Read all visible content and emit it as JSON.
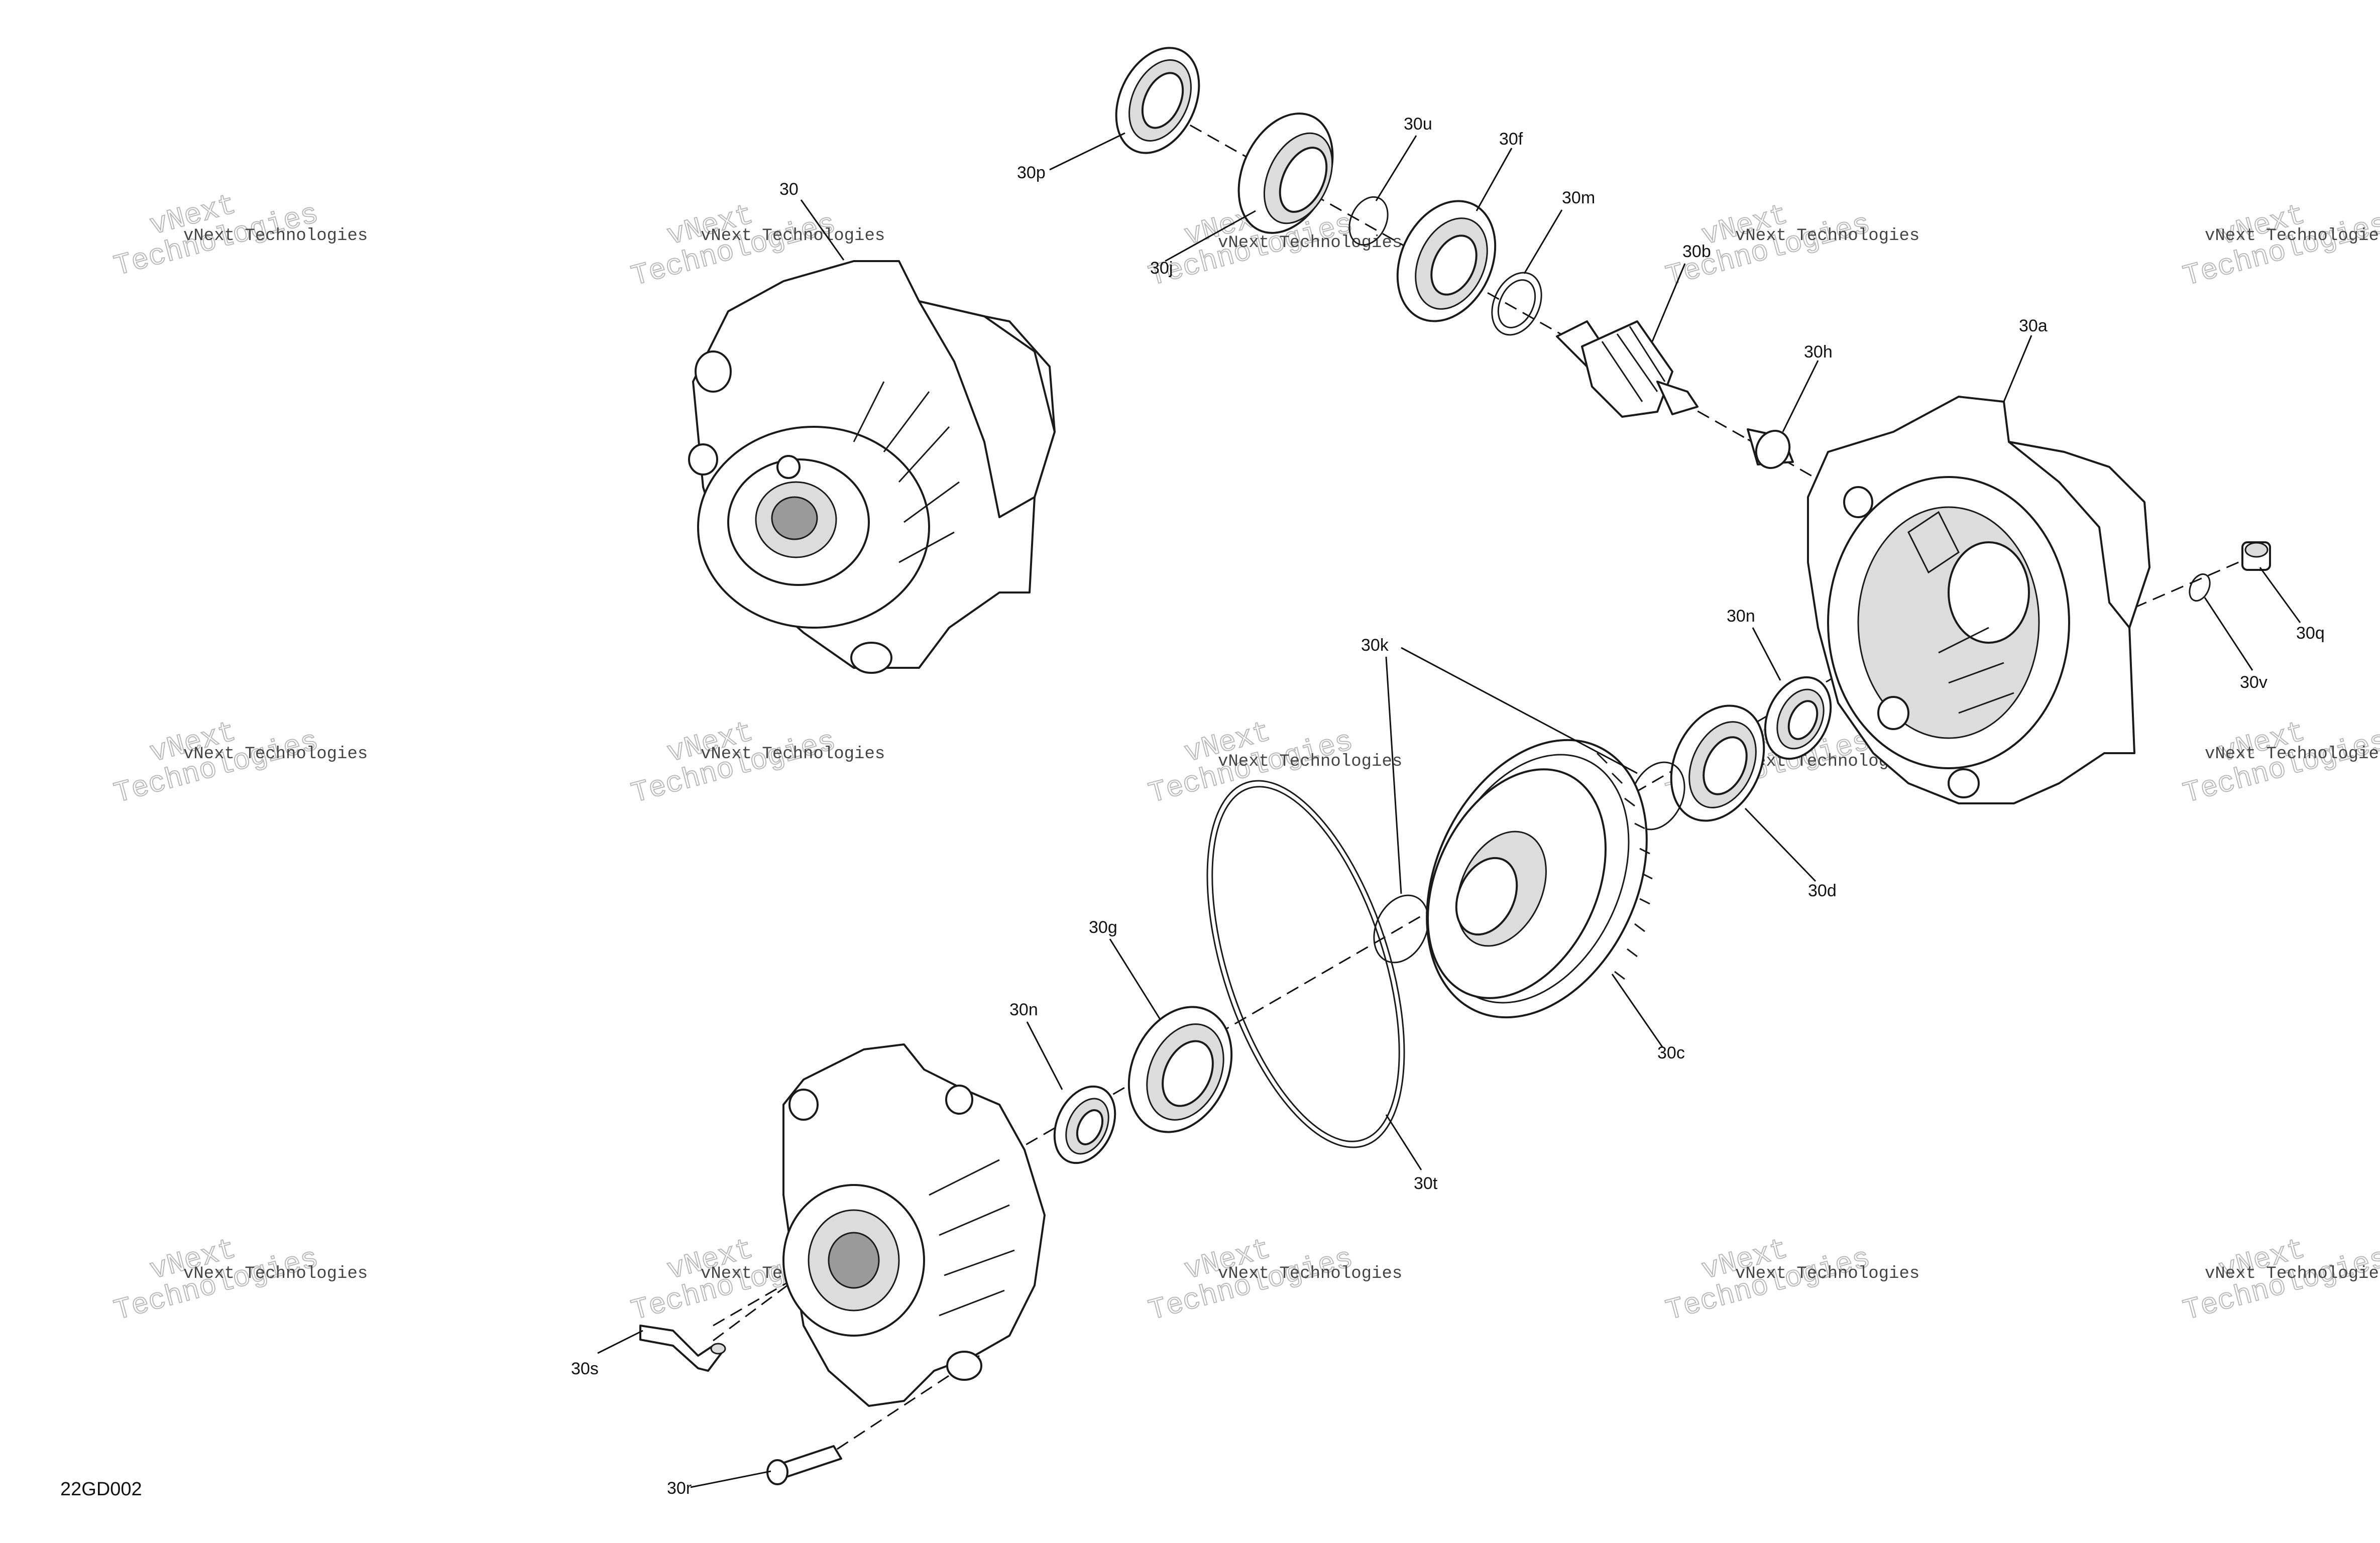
{
  "diagram": {
    "drawing_id": "22GD002",
    "callouts": {
      "c30": "30",
      "c30a": "30a",
      "c30b": "30b",
      "c30c": "30c",
      "c30d": "30d",
      "c30f": "30f",
      "c30g": "30g",
      "c30h": "30h",
      "c30j": "30j",
      "c30k": "30k",
      "c30m": "30m",
      "c30n_top": "30n",
      "c30n_bottom": "30n",
      "c30p": "30p",
      "c30q": "30q",
      "c30r": "30r",
      "c30s": "30s",
      "c30t": "30t",
      "c30u": "30u",
      "c30v": "30v"
    },
    "watermark": {
      "brand_line": "vNext Technologies",
      "large_line_a": "vNext",
      "large_line_b": "Technologies"
    }
  }
}
